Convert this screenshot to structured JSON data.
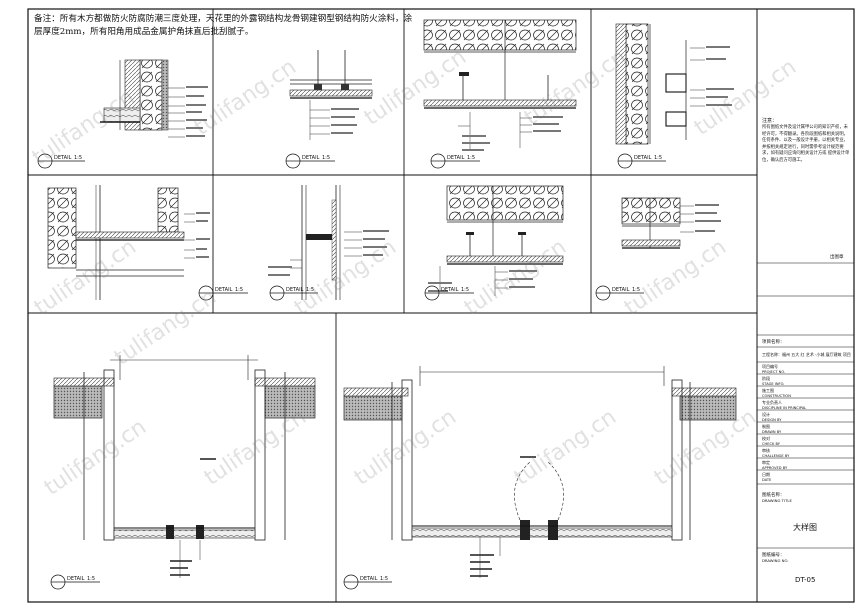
{
  "note_text": "备注：所有木方都做防火防腐防潮三度处理，天花里的外露钢结构龙骨钢建钢型钢结构防火涂料，涂层厚度2mm，所有阳角用成品金属护角抹直后批刮腻子。",
  "detail_tag": "DETAIL",
  "detail_scale": "1:5",
  "watermark": "tulifang.cn",
  "title_block": {
    "remarks_label": "注意：",
    "remarks_text": "所有图纸文件及设计属甲公司的知识产权，未经许可，不得翻录。各阶段图纸和相关说明，任何条件、以及一般设计手册，以相关专业，并按相关规定进行，同时需参考设计规范要求，如有疑问应询问相关设计方或 提供设计单位，确认后方可施工。",
    "stamp_label": "出图章",
    "project_label": "项目名称：",
    "project_name": "工程名称：福州 五大 红 艺术 ·小城 展厅建筑 项目",
    "fields": [
      {
        "cn": "项目编号",
        "en": "PROJECT NO."
      },
      {
        "cn": "阶段",
        "en": "STAGE INFO."
      },
      {
        "cn": "施工图",
        "en": "CONSTRUCTION"
      },
      {
        "cn": "专业负责人",
        "en": "DISCIPLINE IN PRINCIPAL"
      },
      {
        "cn": "设计",
        "en": "DESIGN BY"
      },
      {
        "cn": "制图",
        "en": "DRAWN BY"
      },
      {
        "cn": "校对",
        "en": "CHECK BY"
      },
      {
        "cn": "审核",
        "en": "CHALLENGE BY"
      },
      {
        "cn": "审定",
        "en": "APPROVED BY"
      },
      {
        "cn": "日期",
        "en": "DATE"
      }
    ],
    "drawing_title_label": "图纸名称：",
    "drawing_title_en": "DRAWING TITLE",
    "drawing_title": "大样图",
    "drawing_no_label": "图纸编号：",
    "drawing_no_en": "DRAWING NO.",
    "drawing_no": "DT-05"
  }
}
